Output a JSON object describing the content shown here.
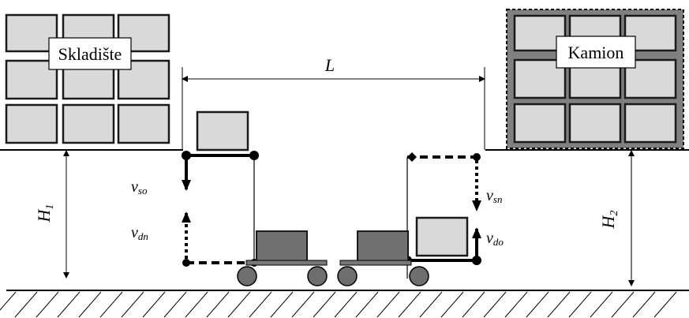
{
  "labels": {
    "warehouse": "Skladište",
    "truck": "Kamion",
    "distance": "L",
    "height1_main": "H",
    "height1_sub": "1",
    "height2_main": "H",
    "height2_sub": "2",
    "v_so_main": "v",
    "v_so_sub": "so",
    "v_dn_main": "v",
    "v_dn_sub": "dn",
    "v_sn_main": "v",
    "v_sn_sub": "sn",
    "v_do_main": "v",
    "v_do_sub": "do"
  },
  "colors": {
    "box_light": "#d9d9d9",
    "box_dark": "#707070",
    "truck_fill": "#808080",
    "ground_line": "#000000"
  }
}
